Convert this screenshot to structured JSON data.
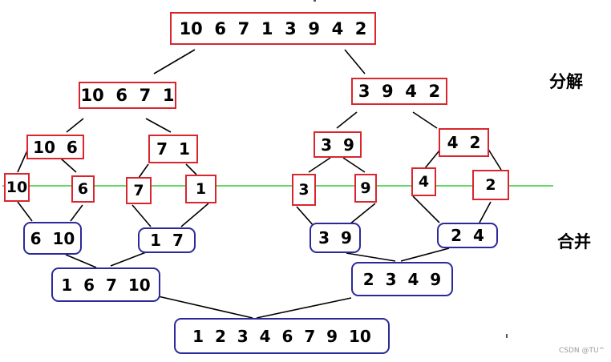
{
  "colors": {
    "split_border": "#d9262e",
    "merge_border": "#2a2a9a",
    "divider_line": "#33cc33",
    "connector": "#000000"
  },
  "labels": {
    "decompose": "分解",
    "merge": "合并"
  },
  "split_nodes": {
    "root": "10  6  7  1  3  9  4  2",
    "left": "10  6  7  1",
    "right": "3  9  4  2",
    "ll": "10  6",
    "lr": "7  1",
    "rl": "3  9",
    "rr": "4  2",
    "leaf_10": "10",
    "leaf_6": "6",
    "leaf_7": "7",
    "leaf_1": "1",
    "leaf_3": "3",
    "leaf_9": "9",
    "leaf_4": "4",
    "leaf_2": "2"
  },
  "merge_nodes": {
    "m1": "6  10",
    "m2": "1  7",
    "m3": "3  9",
    "m4": "2  4",
    "m5": "1  6  7  10",
    "m6": "2  3  4  9",
    "final": "1  2  3  4  6  7  9  10"
  },
  "watermark": "CSDN @TU^"
}
